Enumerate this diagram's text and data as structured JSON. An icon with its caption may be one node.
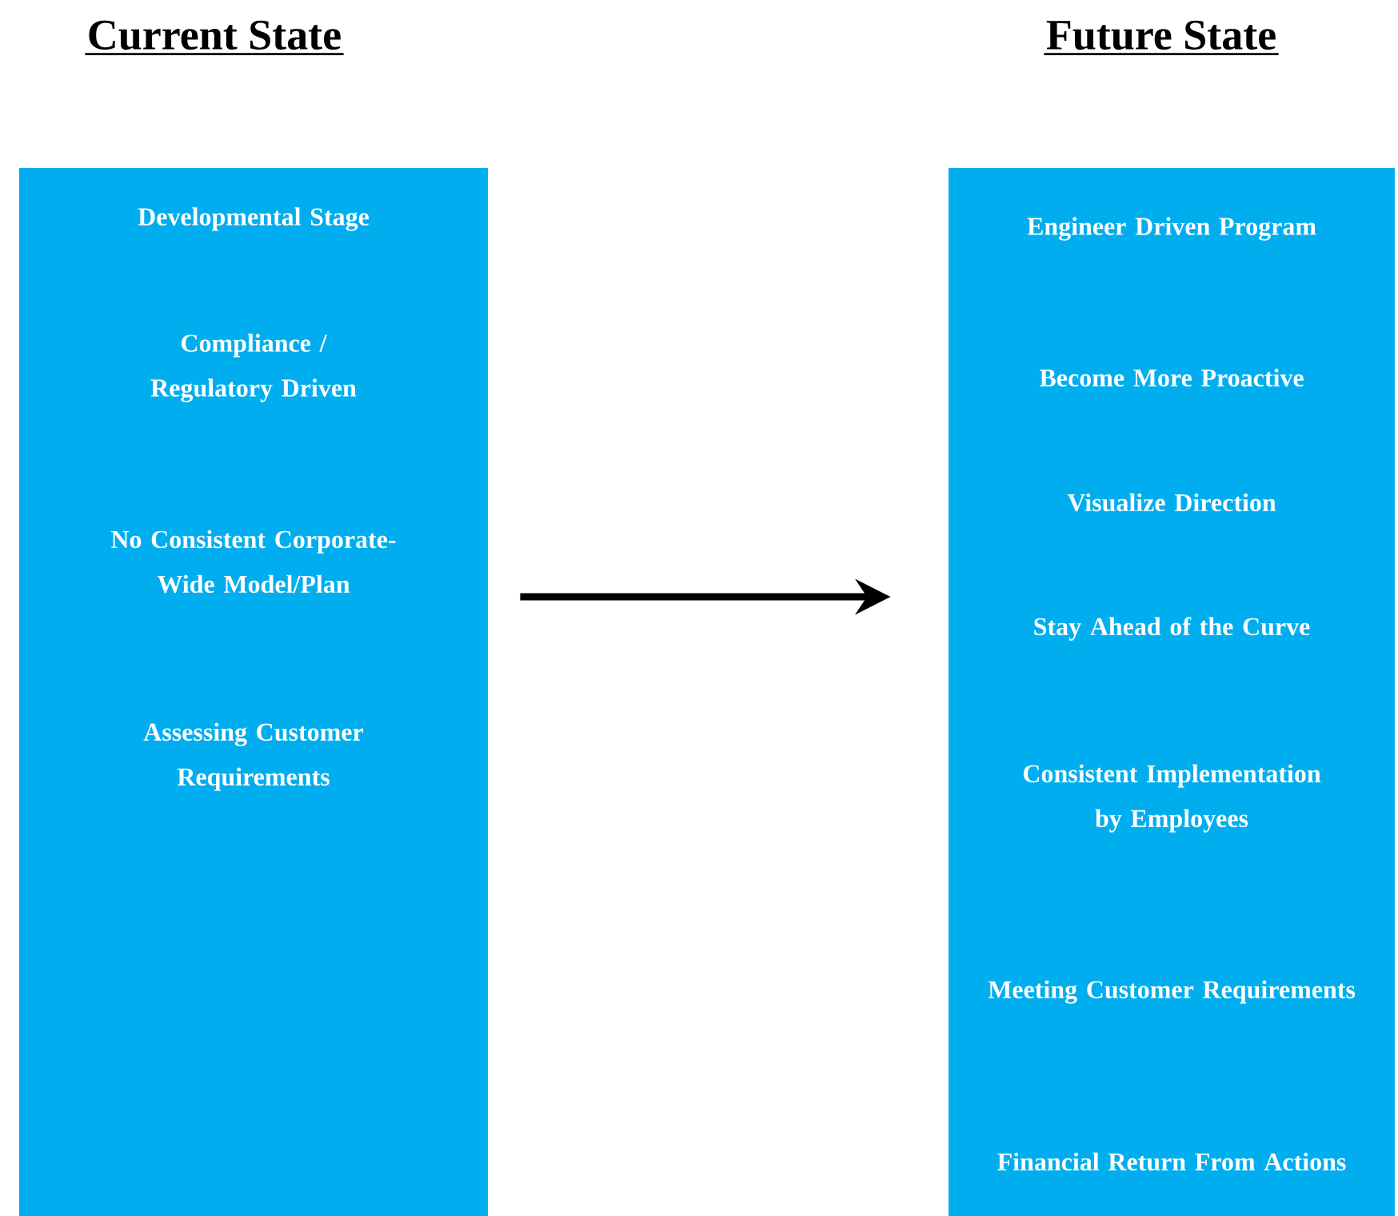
{
  "diagram": {
    "nodes": [
      {
        "text": [
          "Current State",
          "Developmental Stage",
          "Compliance / Regulatory Driven",
          "No Consistent Corporate-Wide Model/Plan",
          "Assessing Customer Requirements"
        ]
      },
      {
        "text": [
          "Future State",
          "Engineer Driven Program",
          "Become More Proactive",
          "Visualize Direction",
          "Stay Ahead of the Curve",
          "Consistent Implementation by Employees",
          "Meeting Customer Requirements",
          "Financial Return From Actions"
        ]
      }
    ],
    "edges": [
      {
        "from": 0,
        "to": 1,
        "arrow": "to"
      }
    ]
  }
}
